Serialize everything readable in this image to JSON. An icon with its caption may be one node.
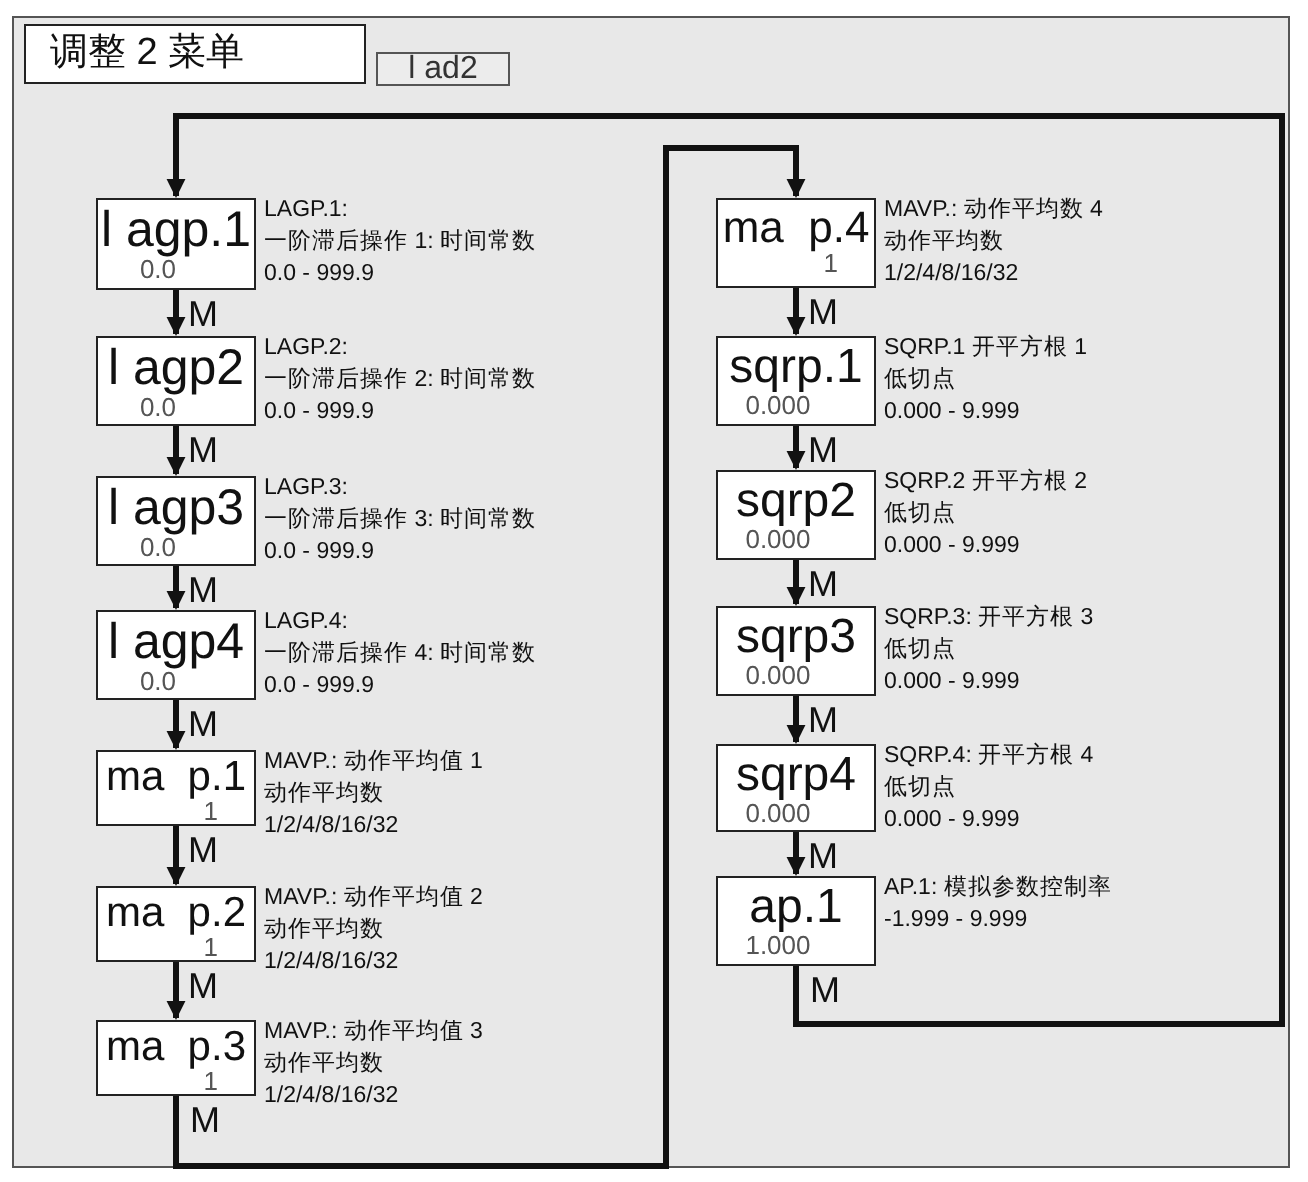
{
  "diagram": {
    "title": "调整 2 菜单",
    "nodes": [
      {
        "text": [
          "l ad2"
        ]
      },
      {
        "text": [
          "l agp.1",
          "0.0"
        ],
        "beside": [
          "LAGP.1:",
          "一阶滞后操作 1: 时间常数",
          "0.0 - 999.9"
        ]
      },
      {
        "text": [
          "l agp2",
          "0.0"
        ],
        "beside": [
          "LAGP.2:",
          "一阶滞后操作 2: 时间常数",
          "0.0 - 999.9"
        ]
      },
      {
        "text": [
          "l agp3",
          "0.0"
        ],
        "beside": [
          "LAGP.3:",
          "一阶滞后操作 3: 时间常数",
          "0.0 - 999.9"
        ]
      },
      {
        "text": [
          "l agp4",
          "0.0"
        ],
        "beside": [
          "LAGP.4:",
          "一阶滞后操作 4: 时间常数",
          "0.0 - 999.9"
        ]
      },
      {
        "text": [
          "ma  p.1",
          "1"
        ],
        "beside": [
          "MAVP.: 动作平均值 1",
          "动作平均数",
          "1/2/4/8/16/32"
        ]
      },
      {
        "text": [
          "ma  p.2",
          "1"
        ],
        "beside": [
          "MAVP.: 动作平均值 2",
          "动作平均数",
          "1/2/4/8/16/32"
        ]
      },
      {
        "text": [
          "ma  p.3",
          "1"
        ],
        "beside": [
          "MAVP.: 动作平均值 3",
          "动作平均数",
          "1/2/4/8/16/32"
        ]
      },
      {
        "text": [
          "ma  p.4",
          "1"
        ],
        "beside": [
          "MAVP.: 动作平均数 4",
          "动作平均数",
          "1/2/4/8/16/32"
        ]
      },
      {
        "text": [
          "sqrp.1",
          "0.000"
        ],
        "beside": [
          "SQRP.1 开平方根 1",
          "低切点",
          "0.000 - 9.999"
        ]
      },
      {
        "text": [
          "sqrp2",
          "0.000"
        ],
        "beside": [
          "SQRP.2 开平方根 2",
          "低切点",
          "0.000 - 9.999"
        ]
      },
      {
        "text": [
          "sqrp3",
          "0.000"
        ],
        "beside": [
          "SQRP.3: 开平方根 3",
          "低切点",
          "0.000 - 9.999"
        ]
      },
      {
        "text": [
          "sqrp4",
          "0.000"
        ],
        "beside": [
          "SQRP.4: 开平方根 4",
          "低切点",
          "0.000 - 9.999"
        ]
      },
      {
        "text": [
          "ap.1",
          "1.000"
        ],
        "beside": [
          "AP.1: 模拟参数控制率",
          "-1.999 - 9.999"
        ]
      }
    ],
    "edges": [
      {
        "from": 1,
        "to": 2,
        "arrow": "to",
        "label": "M"
      },
      {
        "from": 2,
        "to": 3,
        "arrow": "to",
        "label": "M"
      },
      {
        "from": 3,
        "to": 4,
        "arrow": "to",
        "label": "M"
      },
      {
        "from": 4,
        "to": 5,
        "arrow": "to",
        "label": "M"
      },
      {
        "from": 5,
        "to": 6,
        "arrow": "to",
        "label": "M"
      },
      {
        "from": 6,
        "to": 7,
        "arrow": "to",
        "label": "M"
      },
      {
        "from": 7,
        "to": 8,
        "arrow": "to",
        "label": "M"
      },
      {
        "from": 8,
        "to": 9,
        "arrow": "to",
        "label": "M"
      },
      {
        "from": 9,
        "to": 10,
        "arrow": "to",
        "label": "M"
      },
      {
        "from": 10,
        "to": 11,
        "arrow": "to",
        "label": "M"
      },
      {
        "from": 11,
        "to": 12,
        "arrow": "to",
        "label": "M"
      },
      {
        "from": 12,
        "to": 13,
        "arrow": "to",
        "label": "M"
      },
      {
        "from": 13,
        "to": 1,
        "arrow": "to",
        "label": "M"
      }
    ]
  }
}
